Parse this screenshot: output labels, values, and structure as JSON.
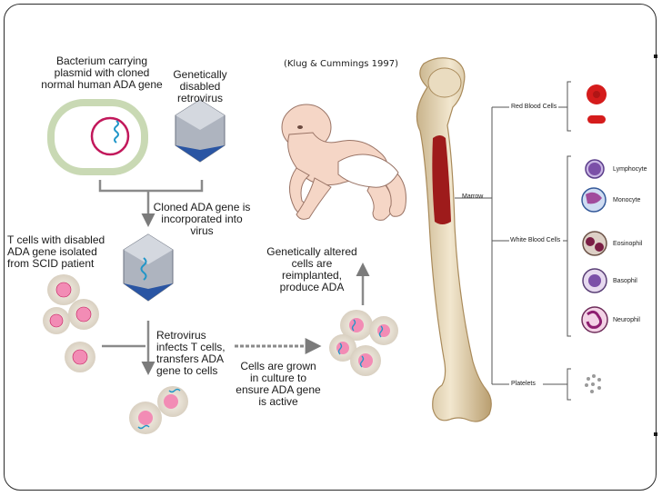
{
  "citation": "(Klug & Cummings 1997)",
  "labels": {
    "bacterium": "Bacterium carrying plasmid with cloned normal human ADA gene",
    "retrovirus": "Genetically disabled retrovirus",
    "cloned": "Cloned ADA gene is incorporated into virus",
    "tcells": "T cells with disabled ADA gene isolated from SCID patient",
    "infects": "Retrovirus infects T cells, transfers ADA gene to cells",
    "grown": "Cells are grown in culture to ensure ADA gene is active",
    "reimplanted": "Genetically altered cells are reimplanted, produce ADA"
  },
  "bone": {
    "marrow": "Marrow",
    "red_blood_cells": "Red Blood Cells",
    "white_blood_cells": "White Blood Cells",
    "platelets": "Platelets",
    "lymphocyte": "Lymphocyte",
    "monocyte": "Monocyte",
    "eosinophil": "Eosinophil",
    "basophil": "Basophil",
    "neurophil": "Neurophil"
  },
  "colors": {
    "membrane": "#c9d9b4",
    "plasmid": "#c2185b",
    "gene": "#2196c8",
    "cell_pink": "#f28cb5",
    "arrow": "#7b7b7b",
    "bone": "#e7d9bc",
    "marrow": "#9e1b1b",
    "rbc": "#d51c1c"
  }
}
